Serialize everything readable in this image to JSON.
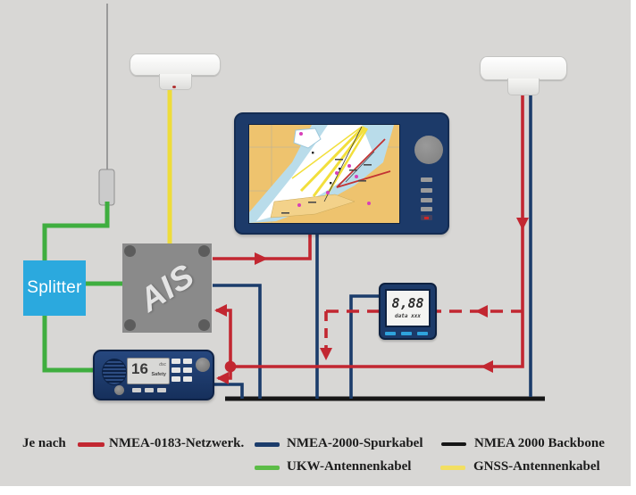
{
  "devices": {
    "splitter": {
      "label": "Splitter"
    },
    "ais": {
      "label": "AIS"
    },
    "radio": {
      "channel": "16",
      "small_top": "dsc",
      "small_bottom": "Safety"
    },
    "instrument": {
      "value": "8,88",
      "caption": "data xxx"
    }
  },
  "legend": {
    "prefix": "Je nach",
    "items": [
      {
        "label": "NMEA-0183-Netzwerk.",
        "color": "#c22731"
      },
      {
        "label": "NMEA-2000-Spurkabel",
        "color": "#1b3c6b"
      },
      {
        "label": "NMEA 2000 Backbone",
        "color": "#161616"
      },
      {
        "label": "UKW-Antennenkabel",
        "color": "#5cbc47"
      },
      {
        "label": "GNSS-Antennenkabel",
        "color": "#f2df62"
      }
    ]
  },
  "colors": {
    "background": "#d8d7d5",
    "nmea0183_red": "#c22731",
    "nmea2000_spur_blue": "#1b3c6b",
    "backbone_black": "#161616",
    "ukw_cable_green": "#3fae3f",
    "gnss_cable_yellow": "#eedc3a",
    "device_navy": "#1c3a69",
    "splitter_blue": "#2ba9de",
    "ais_gray": "#8a8a8a"
  },
  "icons": {
    "vhf_whip_antenna": "thin-vertical-line",
    "gnss_antenna_dome": "white-puck",
    "arrowhead": "triangle",
    "junction_dot": "filled-circle"
  }
}
